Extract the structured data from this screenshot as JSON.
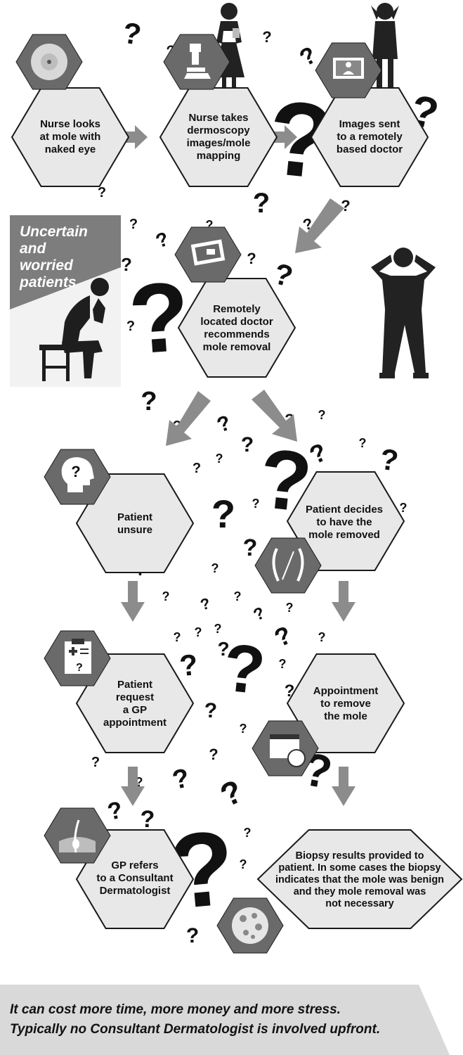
{
  "steps": {
    "nurse_looks": "Nurse looks\nat mole with\nnaked eye",
    "dermoscopy": "Nurse takes\ndermoscopy\nimages/mole\nmapping",
    "images_sent": "Images sent\nto a remotely\nbased doctor",
    "doctor_recommends": "Remotely\nlocated doctor\nrecommends\nmole removal",
    "patient_unsure": "Patient\nunsure",
    "patient_decides": "Patient decides\nto have the\nmole removed",
    "request_gp": "Patient\nrequest\na GP\nappointment",
    "appointment_remove": "Appointment\nto remove\nthe mole",
    "gp_refers": "GP refers\nto a Consultant\nDermatologist",
    "biopsy_results": "Biopsy results provided to\npatient. In some cases the biopsy\nindicates that the mole was benign\nand they mole removal was\nnot necessary"
  },
  "panel": {
    "label": "Uncertain\nand\nworried\npatients"
  },
  "footer": {
    "line1": "It can cost more time, more money and more stress.",
    "line2": "Typically no Consultant Dermatologist is involved upfront."
  },
  "question_mark": "?",
  "colors": {
    "hex_fill": "#e8e8e8",
    "hex_stroke": "#1a1a1a",
    "icon_hex": "#6a6a6a",
    "arrow": "#8c8c8c",
    "panel": "#7d7d7d",
    "footer_band": "#d9d9d9",
    "figure": "#222222"
  }
}
